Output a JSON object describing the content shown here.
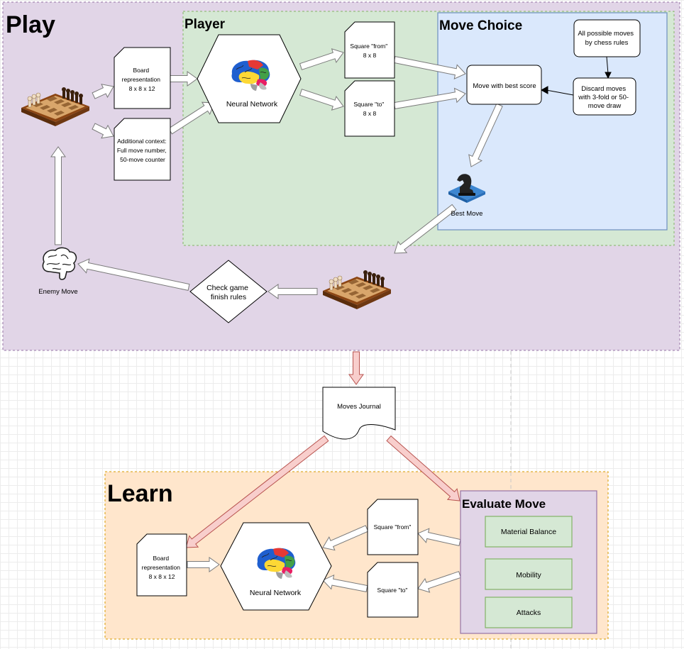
{
  "play": {
    "title": "Play",
    "enemy_move": "Enemy Move",
    "check_finish": [
      "Check game",
      "finish rules"
    ]
  },
  "player": {
    "title": "Player",
    "board_repr": [
      "Board",
      "representation",
      "8 x 8 x 12"
    ],
    "additional_context": [
      "Additional context:",
      "Full move number,",
      "50-move counter"
    ],
    "neural_network": "Neural Network",
    "square_from": [
      "Square \"from\"",
      "8 x 8"
    ],
    "square_to": [
      "Square \"to\"",
      "8 x 8"
    ]
  },
  "move_choice": {
    "title": "Move Choice",
    "all_moves": [
      "All possible moves",
      "by chess rules"
    ],
    "discard_moves": [
      "Discard moves",
      "with 3-fold or 50-",
      "move draw"
    ],
    "best_score": "Move with best score",
    "best_move": "Best Move"
  },
  "journal": {
    "label": "Moves Journal"
  },
  "learn": {
    "title": "Learn",
    "board_repr": [
      "Board",
      "representation",
      "8 x 8 x 12"
    ],
    "neural_network": "Neural Network",
    "square_from": "Square \"from\"",
    "square_to": "Square \"to\""
  },
  "evaluate": {
    "title": "Evaluate Move",
    "items": [
      "Material Balance",
      "Mobility",
      "Attacks"
    ]
  },
  "colors": {
    "play_bg": "#e1d5e7",
    "play_border": "#9673a6",
    "player_bg": "#d5e8d4",
    "player_border": "#82b366",
    "move_choice_bg": "#dae8fc",
    "move_choice_border": "#6c8ebf",
    "learn_bg": "#ffe6cc",
    "learn_border": "#d79b00",
    "red_arrow": "#f8cecc"
  },
  "icons": [
    "chessboard-icon",
    "brain-color-icon",
    "brain-outline-icon",
    "knight-icon"
  ]
}
